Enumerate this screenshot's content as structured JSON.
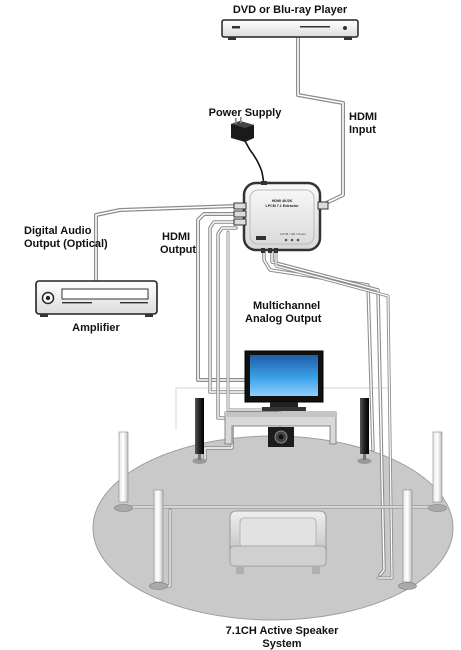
{
  "labels": {
    "player": "DVD or Blu-ray Player",
    "power_supply": "Power Supply",
    "hdmi_input_line1": "HDMI",
    "hdmi_input_line2": "Input",
    "digital_audio_line1": "Digital Audio",
    "digital_audio_line2": "Output (Optical)",
    "hdmi_output_line1": "HDMI",
    "hdmi_output_line2": "Output",
    "amplifier": "Amplifier",
    "analog_line1": "Multichannel",
    "analog_line2": "Analog Output",
    "speaker_system_line1": "7.1CH Active Speaker",
    "speaker_system_line2": "System"
  },
  "device": {
    "model_line1": "HDMI 4K/2K",
    "model_line2": "LPCM 7.1 Extractor",
    "port_labels": "LPCM / HD / Power"
  },
  "colors": {
    "cable": "#8c8c8c",
    "cable_inner": "#ffffff",
    "floor": "#c9c9c9",
    "floor_edge": "#9a9a9a",
    "screen": "#2f8fd8"
  }
}
